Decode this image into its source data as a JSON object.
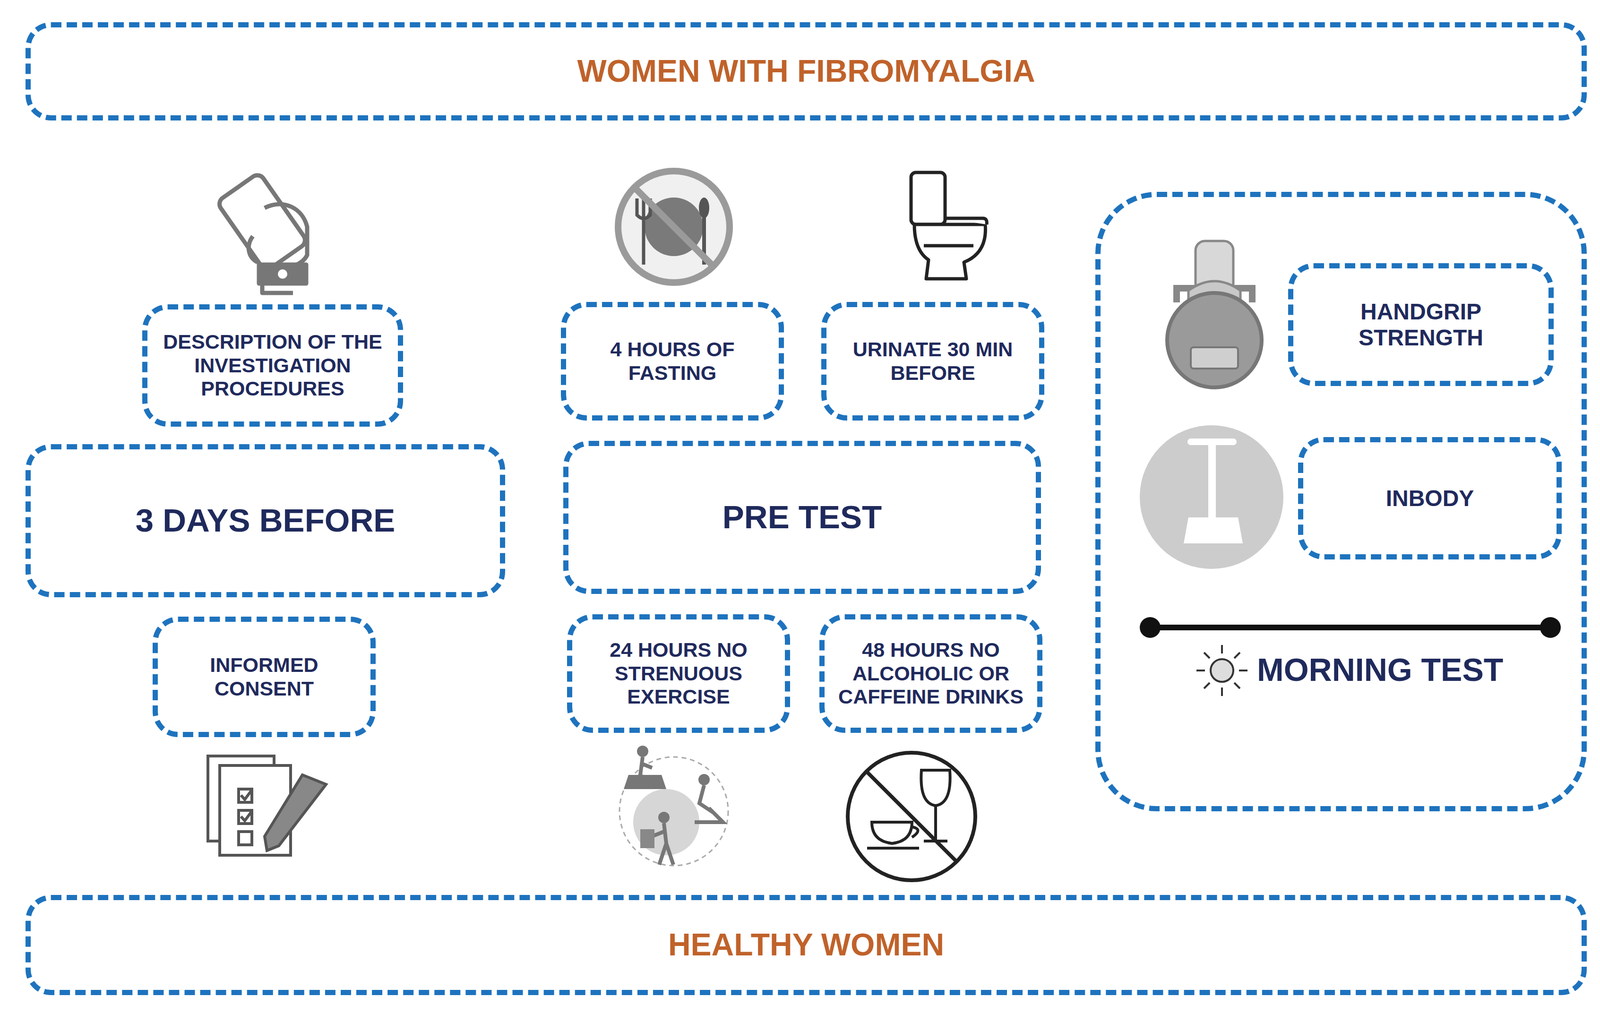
{
  "diagram": {
    "nodes": [
      {
        "text": [
          "WOMEN WITH FIBROMYALGIA"
        ]
      },
      {
        "text": [
          "DESCRIPTION OF THE INVESTIGATION PROCEDURES"
        ]
      },
      {
        "text": [
          "4 HOURS OF FASTING"
        ]
      },
      {
        "text": [
          "URINATE 30 MIN BEFORE"
        ]
      },
      {
        "text": [
          "MORNING TEST"
        ]
      },
      {
        "text": [
          "HANDGRIP STRENGTH"
        ],
        "in": 4
      },
      {
        "text": [
          "INBODY"
        ],
        "in": 4
      },
      {
        "text": [
          "3 DAYS BEFORE"
        ]
      },
      {
        "text": [
          "PRE TEST"
        ]
      },
      {
        "text": [
          "INFORMED CONSENT"
        ]
      },
      {
        "text": [
          "24 HOURS NO STRENUOUS EXERCISE"
        ]
      },
      {
        "text": [
          "48 HOURS NO ALCOHOLIC OR CAFFEINE DRINKS"
        ]
      },
      {
        "text": [
          "HEALTHY WOMEN"
        ]
      }
    ]
  }
}
